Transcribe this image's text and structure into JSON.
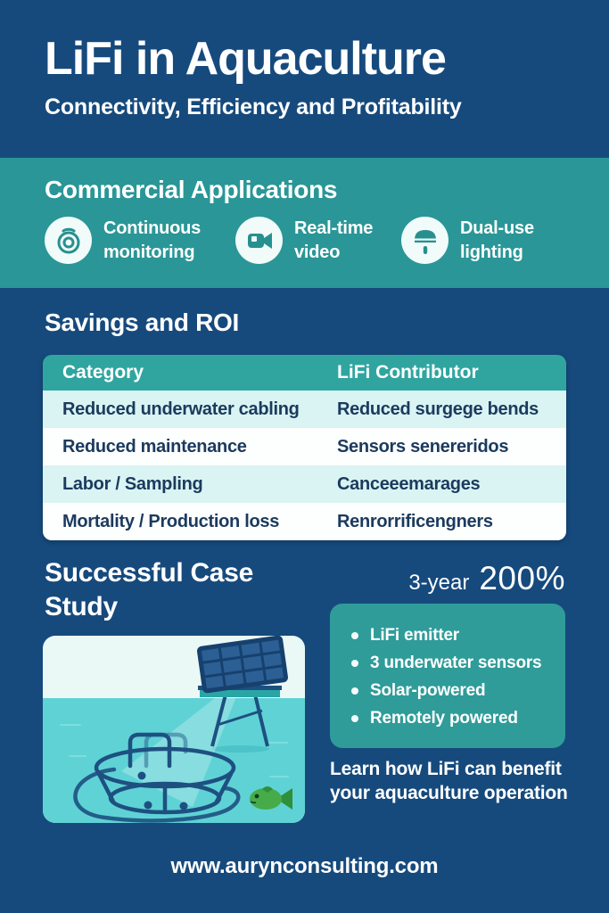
{
  "header": {
    "title": "LiFi in Aquaculture",
    "subtitle": "Connectivity, Efficiency and Profitability"
  },
  "applications": {
    "heading": "Commercial Applications",
    "items": [
      {
        "icon": "gauge-monitoring-icon",
        "label": "Continuous monitoring"
      },
      {
        "icon": "video-camera-icon",
        "label": "Real-time video"
      },
      {
        "icon": "lamp-icon",
        "label": "Dual-use lighting"
      }
    ]
  },
  "savings": {
    "heading": "Savings and ROI",
    "table": {
      "columns": [
        "Category",
        "LiFi Contributor"
      ],
      "rows": [
        {
          "category": "Reduced underwater cabling",
          "contributor": "Reduced surgege bends"
        },
        {
          "category": "Reduced maintenance",
          "contributor": "Sensors senereridos"
        },
        {
          "category": "Labor / Sampling",
          "contributor": "Canceeemarages"
        },
        {
          "category": "Mortality / Production loss",
          "contributor": "Renrorrificengners"
        }
      ]
    }
  },
  "case_study": {
    "heading": "Successful Case Study",
    "roi_label": "3-year",
    "roi_value": "200%",
    "features": [
      "LiFi emitter",
      "3 underwater sensors",
      "Solar-powered",
      "Remotely powered"
    ],
    "cta": "Learn how LiFi can benefit your aquaculture operation"
  },
  "footer": {
    "url": "www.aurynconsulting.com"
  },
  "colors": {
    "background": "#164a7d",
    "band_teal": "#2a9697",
    "table_header_teal": "#30a5a0",
    "row_light_cyan": "#d9f4f2",
    "features_box_teal": "#2f9c99",
    "table_text_navy": "#1b3a5e",
    "illustration_sky": "#eaf9f6",
    "illustration_water": "#5fd2d5",
    "fish_green": "#46ab49"
  }
}
